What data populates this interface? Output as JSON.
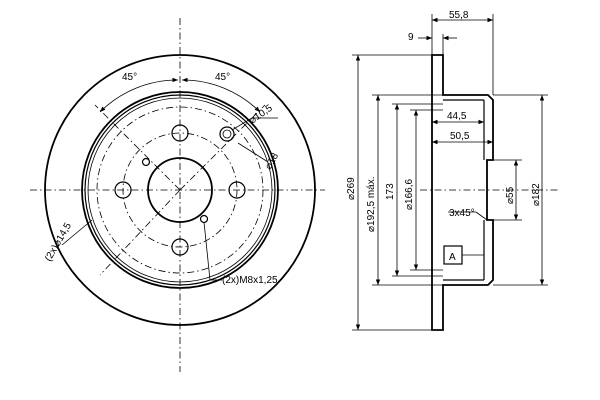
{
  "front_view": {
    "angle_left": "45°",
    "angle_right": "45°",
    "bolt_hole_dia": "⌀10,5",
    "circle_dia": "⌀18",
    "locating_hole": "(2x)⌀14,5",
    "thread": "(2x)M8x1,25"
  },
  "side_view": {
    "thickness": "9",
    "total_width": "55,8",
    "outer_dia": "⌀269",
    "friction_dia": "⌀192,5 máx.",
    "dim_173": "173",
    "dim_166": "⌀166,6",
    "hub_depth_1": "44,5",
    "hub_depth_2": "50,5",
    "bore_dia": "⌀55",
    "hub_dia": "⌀182",
    "chamfer": "3x45°",
    "datum": "A"
  },
  "colors": {
    "line": "#000000",
    "fill_section": "#c8c8c8"
  }
}
